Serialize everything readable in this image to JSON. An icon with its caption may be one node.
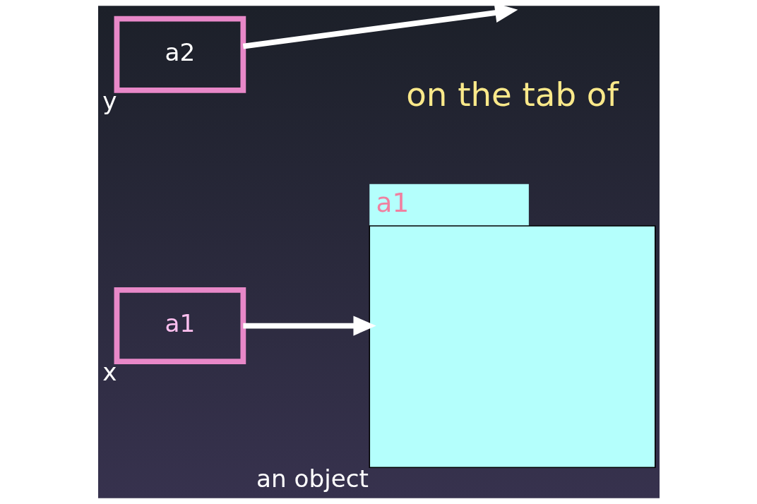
{
  "diagram": {
    "nodes": [
      {
        "text": [
          "a1"
        ],
        "beside": [
          "x"
        ]
      },
      {
        "text": [
          "a2"
        ],
        "beside": [
          "y"
        ]
      },
      {
        "text": [
          "a1"
        ],
        "beside": [
          "an object"
        ]
      }
    ],
    "edges": [
      {
        "from": 0,
        "to": 2,
        "arrow": "to"
      },
      {
        "from": 1,
        "to": null,
        "arrow": "to"
      }
    ],
    "labels": [
      "on the tab of"
    ]
  }
}
